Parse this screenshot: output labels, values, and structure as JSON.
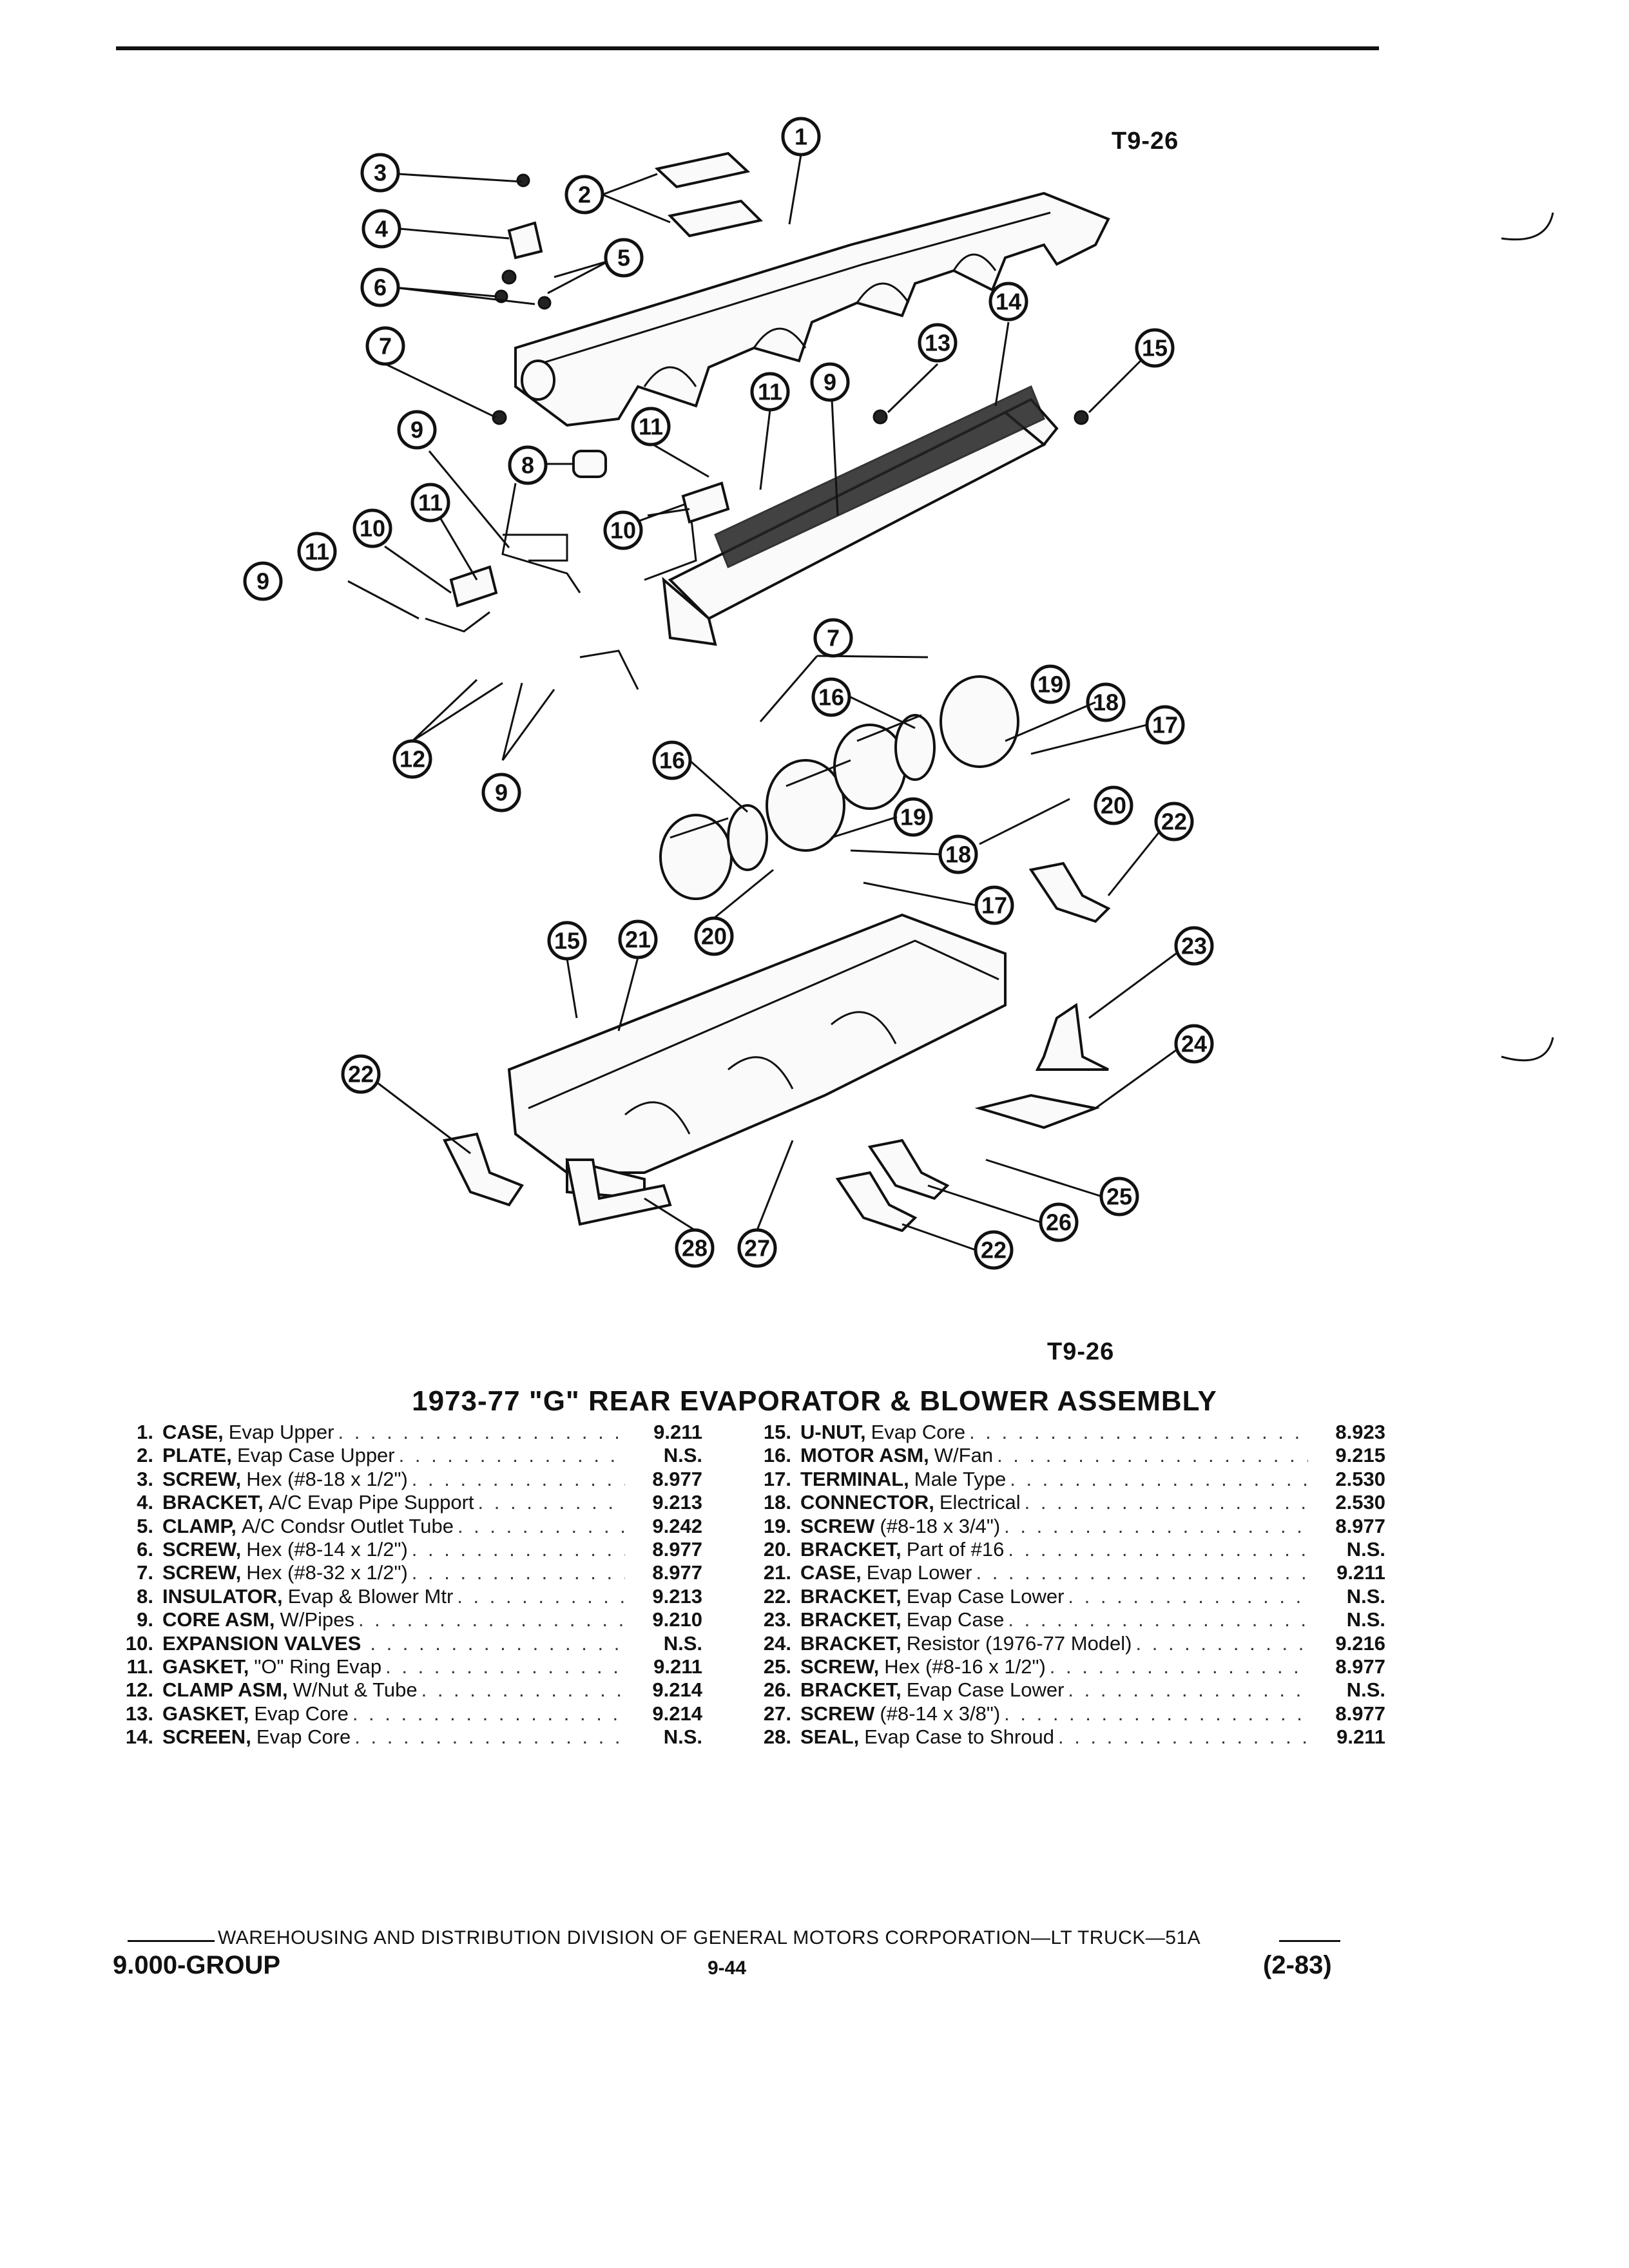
{
  "figure": {
    "id_top": "T9-26",
    "id_bottom": "T9-26"
  },
  "callouts": [
    "1",
    "2",
    "3",
    "4",
    "5",
    "6",
    "7",
    "8",
    "9",
    "10",
    "11",
    "12",
    "13",
    "14",
    "15",
    "16",
    "17",
    "18",
    "19",
    "20",
    "21",
    "22",
    "23",
    "24",
    "25",
    "26",
    "27",
    "28"
  ],
  "title": "1973-77 \"G\" REAR EVAPORATOR & BLOWER ASSEMBLY",
  "parts_left": [
    {
      "num": "1.",
      "name": "CASE,",
      "desc": "Evap Upper",
      "group": "9.211"
    },
    {
      "num": "2.",
      "name": "PLATE,",
      "desc": "Evap Case Upper",
      "group": "N.S."
    },
    {
      "num": "3.",
      "name": "SCREW,",
      "desc": "Hex (#8-18 x 1/2\")",
      "group": "8.977"
    },
    {
      "num": "4.",
      "name": "BRACKET,",
      "desc": "A/C Evap Pipe Support",
      "group": "9.213"
    },
    {
      "num": "5.",
      "name": "CLAMP,",
      "desc": "A/C Condsr Outlet Tube",
      "group": "9.242"
    },
    {
      "num": "6.",
      "name": "SCREW,",
      "desc": "Hex (#8-14 x 1/2\")",
      "group": "8.977"
    },
    {
      "num": "7.",
      "name": "SCREW,",
      "desc": "Hex (#8-32 x 1/2\")",
      "group": "8.977"
    },
    {
      "num": "8.",
      "name": "INSULATOR,",
      "desc": "Evap & Blower Mtr",
      "group": "9.213"
    },
    {
      "num": "9.",
      "name": "CORE ASM,",
      "desc": "W/Pipes",
      "group": "9.210"
    },
    {
      "num": "10.",
      "name": "EXPANSION VALVES",
      "desc": "",
      "group": "N.S."
    },
    {
      "num": "11.",
      "name": "GASKET,",
      "desc": "\"O\" Ring Evap",
      "group": "9.211"
    },
    {
      "num": "12.",
      "name": "CLAMP ASM,",
      "desc": "W/Nut & Tube",
      "group": "9.214"
    },
    {
      "num": "13.",
      "name": "GASKET,",
      "desc": "Evap Core",
      "group": "9.214"
    },
    {
      "num": "14.",
      "name": "SCREEN,",
      "desc": "Evap Core",
      "group": "N.S."
    }
  ],
  "parts_right": [
    {
      "num": "15.",
      "name": "U-NUT,",
      "desc": "Evap Core",
      "group": "8.923"
    },
    {
      "num": "16.",
      "name": "MOTOR ASM,",
      "desc": "W/Fan",
      "group": "9.215"
    },
    {
      "num": "17.",
      "name": "TERMINAL,",
      "desc": "Male Type",
      "group": "2.530"
    },
    {
      "num": "18.",
      "name": "CONNECTOR,",
      "desc": "Electrical",
      "group": "2.530"
    },
    {
      "num": "19.",
      "name": "SCREW",
      "desc": "(#8-18 x 3/4\")",
      "group": "8.977"
    },
    {
      "num": "20.",
      "name": "BRACKET,",
      "desc": "Part of #16",
      "group": "N.S."
    },
    {
      "num": "21.",
      "name": "CASE,",
      "desc": "Evap Lower",
      "group": "9.211"
    },
    {
      "num": "22.",
      "name": "BRACKET,",
      "desc": "Evap Case Lower",
      "group": "N.S."
    },
    {
      "num": "23.",
      "name": "BRACKET,",
      "desc": "Evap Case",
      "group": "N.S."
    },
    {
      "num": "24.",
      "name": "BRACKET,",
      "desc": "Resistor (1976-77 Model)",
      "group": "9.216"
    },
    {
      "num": "25.",
      "name": "SCREW,",
      "desc": "Hex (#8-16 x 1/2\")",
      "group": "8.977"
    },
    {
      "num": "26.",
      "name": "BRACKET,",
      "desc": "Evap Case Lower",
      "group": "N.S."
    },
    {
      "num": "27.",
      "name": "SCREW",
      "desc": "(#8-14 x 3/8\")",
      "group": "8.977"
    },
    {
      "num": "28.",
      "name": "SEAL,",
      "desc": "Evap Case to Shroud",
      "group": "9.211"
    }
  ],
  "footer": {
    "line": "WAREHOUSING AND DISTRIBUTION  DIVISION OF GENERAL MOTORS CORPORATION—LT TRUCK—51A",
    "group": "9.000-GROUP",
    "page": "9-44",
    "revision": "(2-83)"
  }
}
